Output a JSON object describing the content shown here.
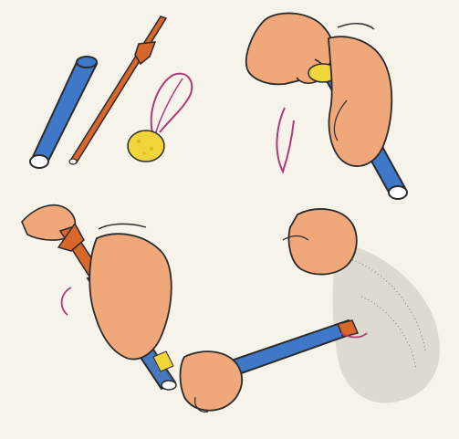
{
  "figure": {
    "panels": [
      {
        "id": "p1",
        "items": [
          "blue-tube",
          "orange-stick",
          "yellow-sponge"
        ]
      },
      {
        "id": "p2",
        "items": [
          "hand-holding-tube-with-sponge"
        ]
      },
      {
        "id": "p3",
        "items": [
          "hand-inserting-stick-into-tube",
          "tube-applied-to-armpit"
        ]
      }
    ],
    "colors": {
      "tube_blue": "#3f78c8",
      "stick_orange": "#d9662a",
      "sponge_yellow": "#f1d43a",
      "skin": "#f0a77a",
      "outline": "#2b2b2b",
      "string_pink": "#b23a73",
      "background": "#f6f3ea"
    }
  }
}
